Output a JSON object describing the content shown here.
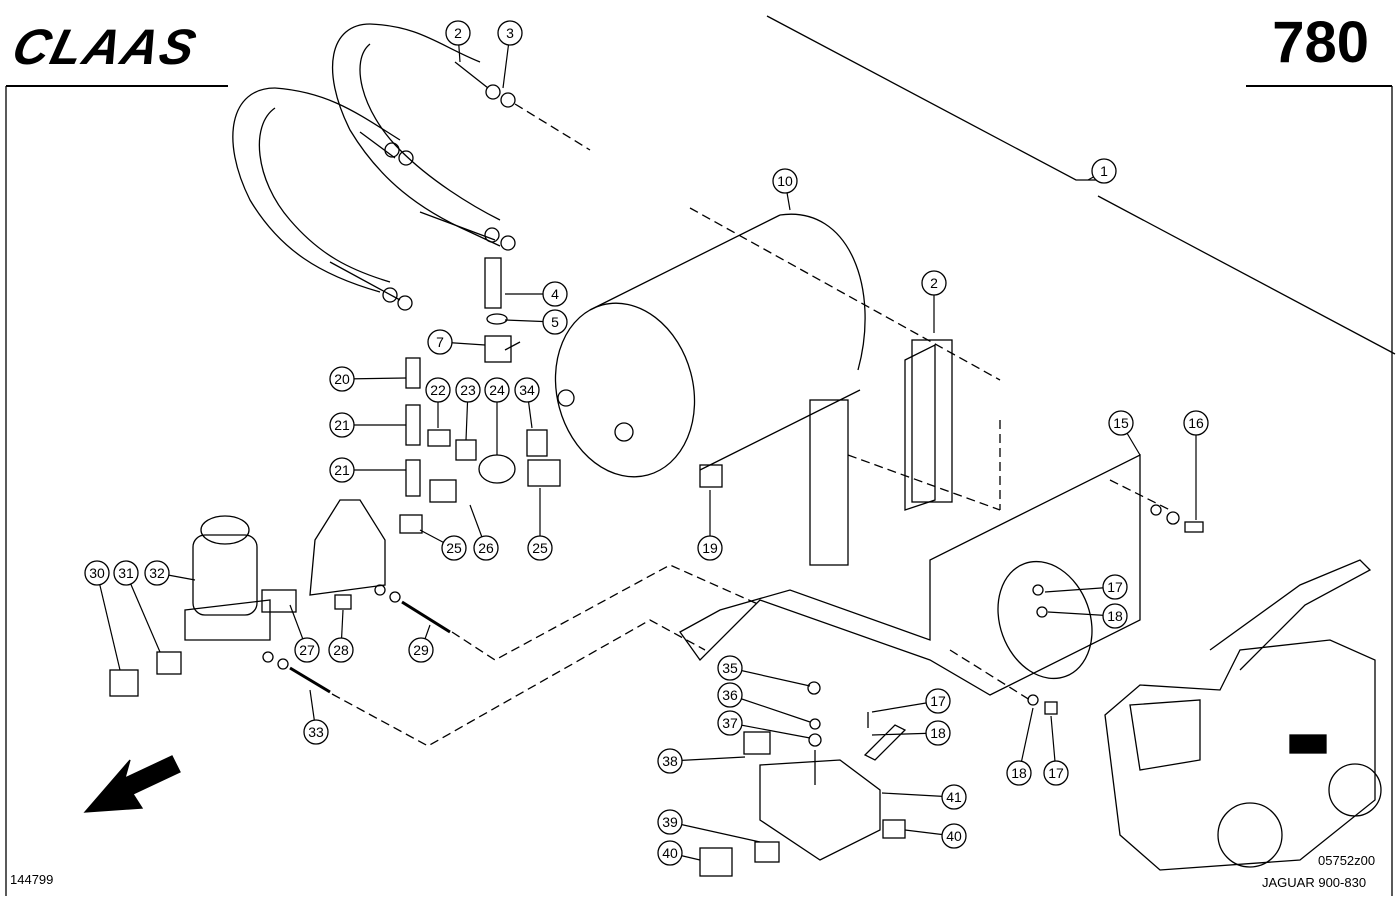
{
  "header": {
    "brand": "CLAAS",
    "page_number": "780"
  },
  "footer": {
    "drawing_id": "144799",
    "figure_code": "05752z00",
    "model": "JAGUAR 900-830"
  },
  "callouts": [
    {
      "label": "1"
    },
    {
      "label": "2"
    },
    {
      "label": "3"
    },
    {
      "label": "10"
    },
    {
      "label": "2"
    },
    {
      "label": "4"
    },
    {
      "label": "5"
    },
    {
      "label": "7"
    },
    {
      "label": "20"
    },
    {
      "label": "22"
    },
    {
      "label": "23"
    },
    {
      "label": "24"
    },
    {
      "label": "34"
    },
    {
      "label": "21"
    },
    {
      "label": "21"
    },
    {
      "label": "15"
    },
    {
      "label": "16"
    },
    {
      "label": "19"
    },
    {
      "label": "25"
    },
    {
      "label": "26"
    },
    {
      "label": "25"
    },
    {
      "label": "30"
    },
    {
      "label": "31"
    },
    {
      "label": "32"
    },
    {
      "label": "27"
    },
    {
      "label": "28"
    },
    {
      "label": "29"
    },
    {
      "label": "17"
    },
    {
      "label": "18"
    },
    {
      "label": "35"
    },
    {
      "label": "36"
    },
    {
      "label": "37"
    },
    {
      "label": "17"
    },
    {
      "label": "18"
    },
    {
      "label": "18"
    },
    {
      "label": "17"
    },
    {
      "label": "33"
    },
    {
      "label": "38"
    },
    {
      "label": "41"
    },
    {
      "label": "39"
    },
    {
      "label": "40"
    },
    {
      "label": "40"
    }
  ]
}
